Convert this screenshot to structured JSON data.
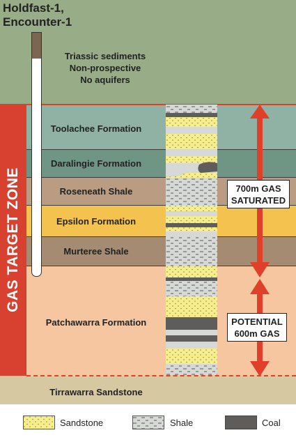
{
  "well_title": [
    "Holdfast-1,",
    "Encounter-1"
  ],
  "target_zone_label": "GAS TARGET ZONE",
  "layers": [
    {
      "id": "triassic",
      "lines": [
        "Triassic sediments",
        "Non-prospective",
        "No aquifers"
      ],
      "color": "#98ad87"
    },
    {
      "id": "toolachee",
      "lines": [
        "Toolachee Formation"
      ],
      "color": "#8fb2a5"
    },
    {
      "id": "daralingie",
      "lines": [
        "Daralingie Formation"
      ],
      "color": "#6f9584"
    },
    {
      "id": "roseneath",
      "lines": [
        "Roseneath Shale"
      ],
      "color": "#b99c82"
    },
    {
      "id": "epsilon",
      "lines": [
        "Epsilon Formation"
      ],
      "color": "#f4c24f"
    },
    {
      "id": "murteree",
      "lines": [
        "Murteree Shale"
      ],
      "color": "#a58b72"
    },
    {
      "id": "patchawarra",
      "lines": [
        "Patchawarra Formation"
      ],
      "color": "#f5c6a0"
    },
    {
      "id": "tirrawarra",
      "lines": [
        "Tirrawarra Sandstone"
      ],
      "color": "#d6c9a1"
    }
  ],
  "callouts": {
    "saturated": [
      "700m GAS",
      "SATURATED"
    ],
    "potential": [
      "POTENTIAL",
      "600m GAS"
    ]
  },
  "legend": [
    {
      "label": "Sandstone",
      "pattern": "sandstone"
    },
    {
      "label": "Shale",
      "pattern": "shale"
    },
    {
      "label": "Coal",
      "pattern": "coal"
    }
  ],
  "colors": {
    "arrow_red": "#e0402a",
    "target_zone_red": "#d8412f",
    "sandstone": "#f6ee8c",
    "shale": "#d7d9d6",
    "coal": "#5f5c5c"
  }
}
